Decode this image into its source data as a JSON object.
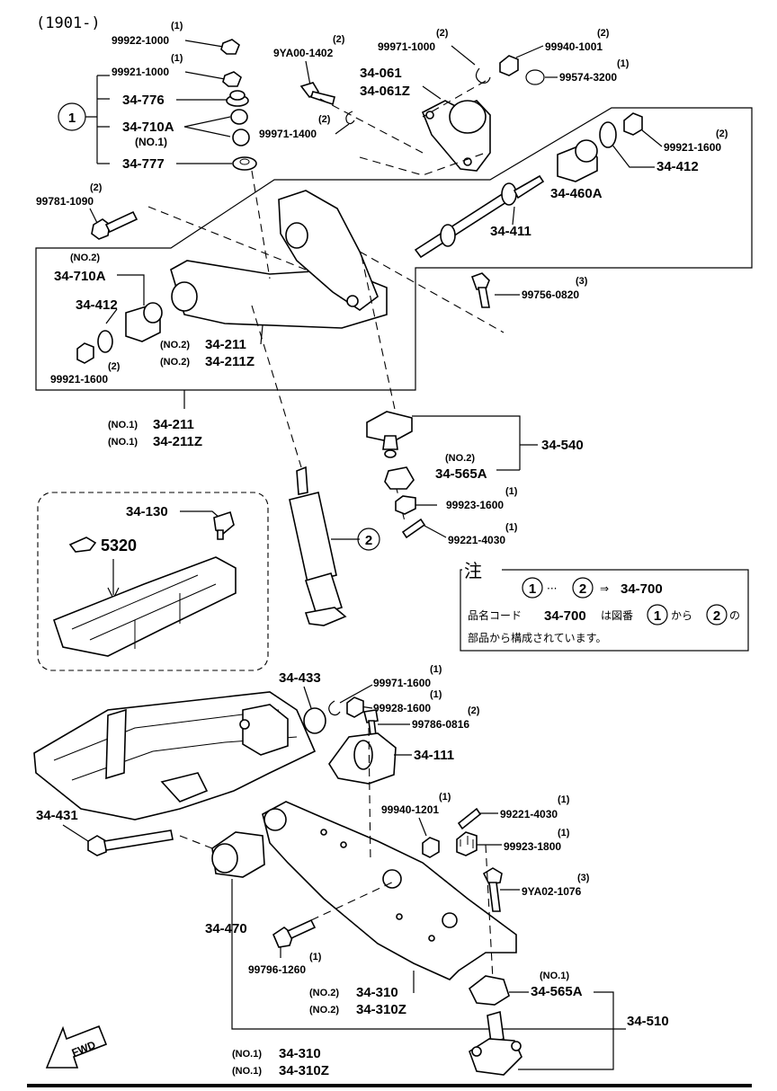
{
  "header": {
    "code": "(1901-)"
  },
  "upper": {
    "nut_small": {
      "pn": "99922-1000",
      "qty": "(1)"
    },
    "bolt_top": {
      "pn": "9YA00-1402",
      "qty": "(2)"
    },
    "washer_a": {
      "pn": "99971-1000",
      "qty": "(2)"
    },
    "nut_a": {
      "pn": "99940-1001",
      "qty": "(2)"
    },
    "ring_a": {
      "pn": "99574-3200",
      "qty": "(1)"
    },
    "nut_b": {
      "pn": "99921-1000",
      "qty": "(1)"
    },
    "p776": "34-776",
    "p710a": "34-710A",
    "p710a_no": "(NO.1)",
    "p777": "34-777",
    "p061": "34-061",
    "p061z": "34-061Z",
    "clip": {
      "pn": "99971-1400",
      "qty": "(2)"
    },
    "nut_1600_r": {
      "pn": "99921-1600",
      "qty": "(2)"
    },
    "p412_r": "34-412",
    "p460a": "34-460A",
    "bolt_left": {
      "pn": "99781-1090",
      "qty": "(2)"
    },
    "p411": "34-411",
    "box_710a": "34-710A",
    "box_710a_no": "(NO.2)",
    "box_412": "34-412",
    "bolt_0820": {
      "pn": "99756-0820",
      "qty": "(3)"
    },
    "box_nut": {
      "pn": "99921-1600",
      "qty": "(2)"
    },
    "arm_no2": "(NO.2)",
    "arm_211": "34-211",
    "arm_no2z": "(NO.2)",
    "arm_211z": "34-211Z",
    "arm_no1": "(NO.1)",
    "arm1_211": "34-211",
    "arm_no1z": "(NO.1)",
    "arm1_211z": "34-211Z"
  },
  "balljoint_upper": {
    "p540": "34-540",
    "p565a_no": "(NO.2)",
    "p565a": "34-565A",
    "nut": {
      "pn": "99923-1600",
      "qty": "(1)"
    },
    "pin": {
      "pn": "99221-4030",
      "qty": "(1)"
    }
  },
  "inset": {
    "p130": "34-130",
    "ref": "5320"
  },
  "note": {
    "title": "注",
    "c1": "1",
    "dots": "···",
    "c2": "2",
    "arrow": "⇒",
    "target": "34-700",
    "line2_a": "品名コード",
    "line2_code": "34-700",
    "line2_b": "は図番",
    "line2_c1": "1",
    "line2_kara": "から",
    "line2_c2": "2",
    "line2_no": "の",
    "line3": "部品から構成されています。"
  },
  "lower": {
    "p433": "34-433",
    "washer": {
      "pn": "99971-1600",
      "qty": "(1)"
    },
    "nut": {
      "pn": "99928-1600",
      "qty": "(1)"
    },
    "bolt": {
      "pn": "99786-0816",
      "qty": "(2)"
    },
    "p111": "34-111",
    "p431": "34-431",
    "nut_1201": {
      "pn": "99940-1201",
      "qty": "(1)"
    },
    "pin": {
      "pn": "99221-4030",
      "qty": "(1)"
    },
    "castle": {
      "pn": "99923-1800",
      "qty": "(1)"
    },
    "bolt_1076": {
      "pn": "9YA02-1076",
      "qty": "(3)"
    },
    "p470": "34-470",
    "bolt_1260": {
      "pn": "99796-1260",
      "qty": "(1)"
    },
    "arm_no2": "(NO.2)",
    "arm_310": "34-310",
    "arm_no2z": "(NO.2)",
    "arm_310z": "34-310Z",
    "arm_no1": "(NO.1)",
    "arm1_310": "34-310",
    "arm_no1z": "(NO.1)",
    "arm1_310z": "34-310Z",
    "p565a_no": "(NO.1)",
    "p565a": "34-565A",
    "p510": "34-510",
    "fwd": "FWD"
  },
  "callouts": {
    "one": "1",
    "two": "2"
  }
}
